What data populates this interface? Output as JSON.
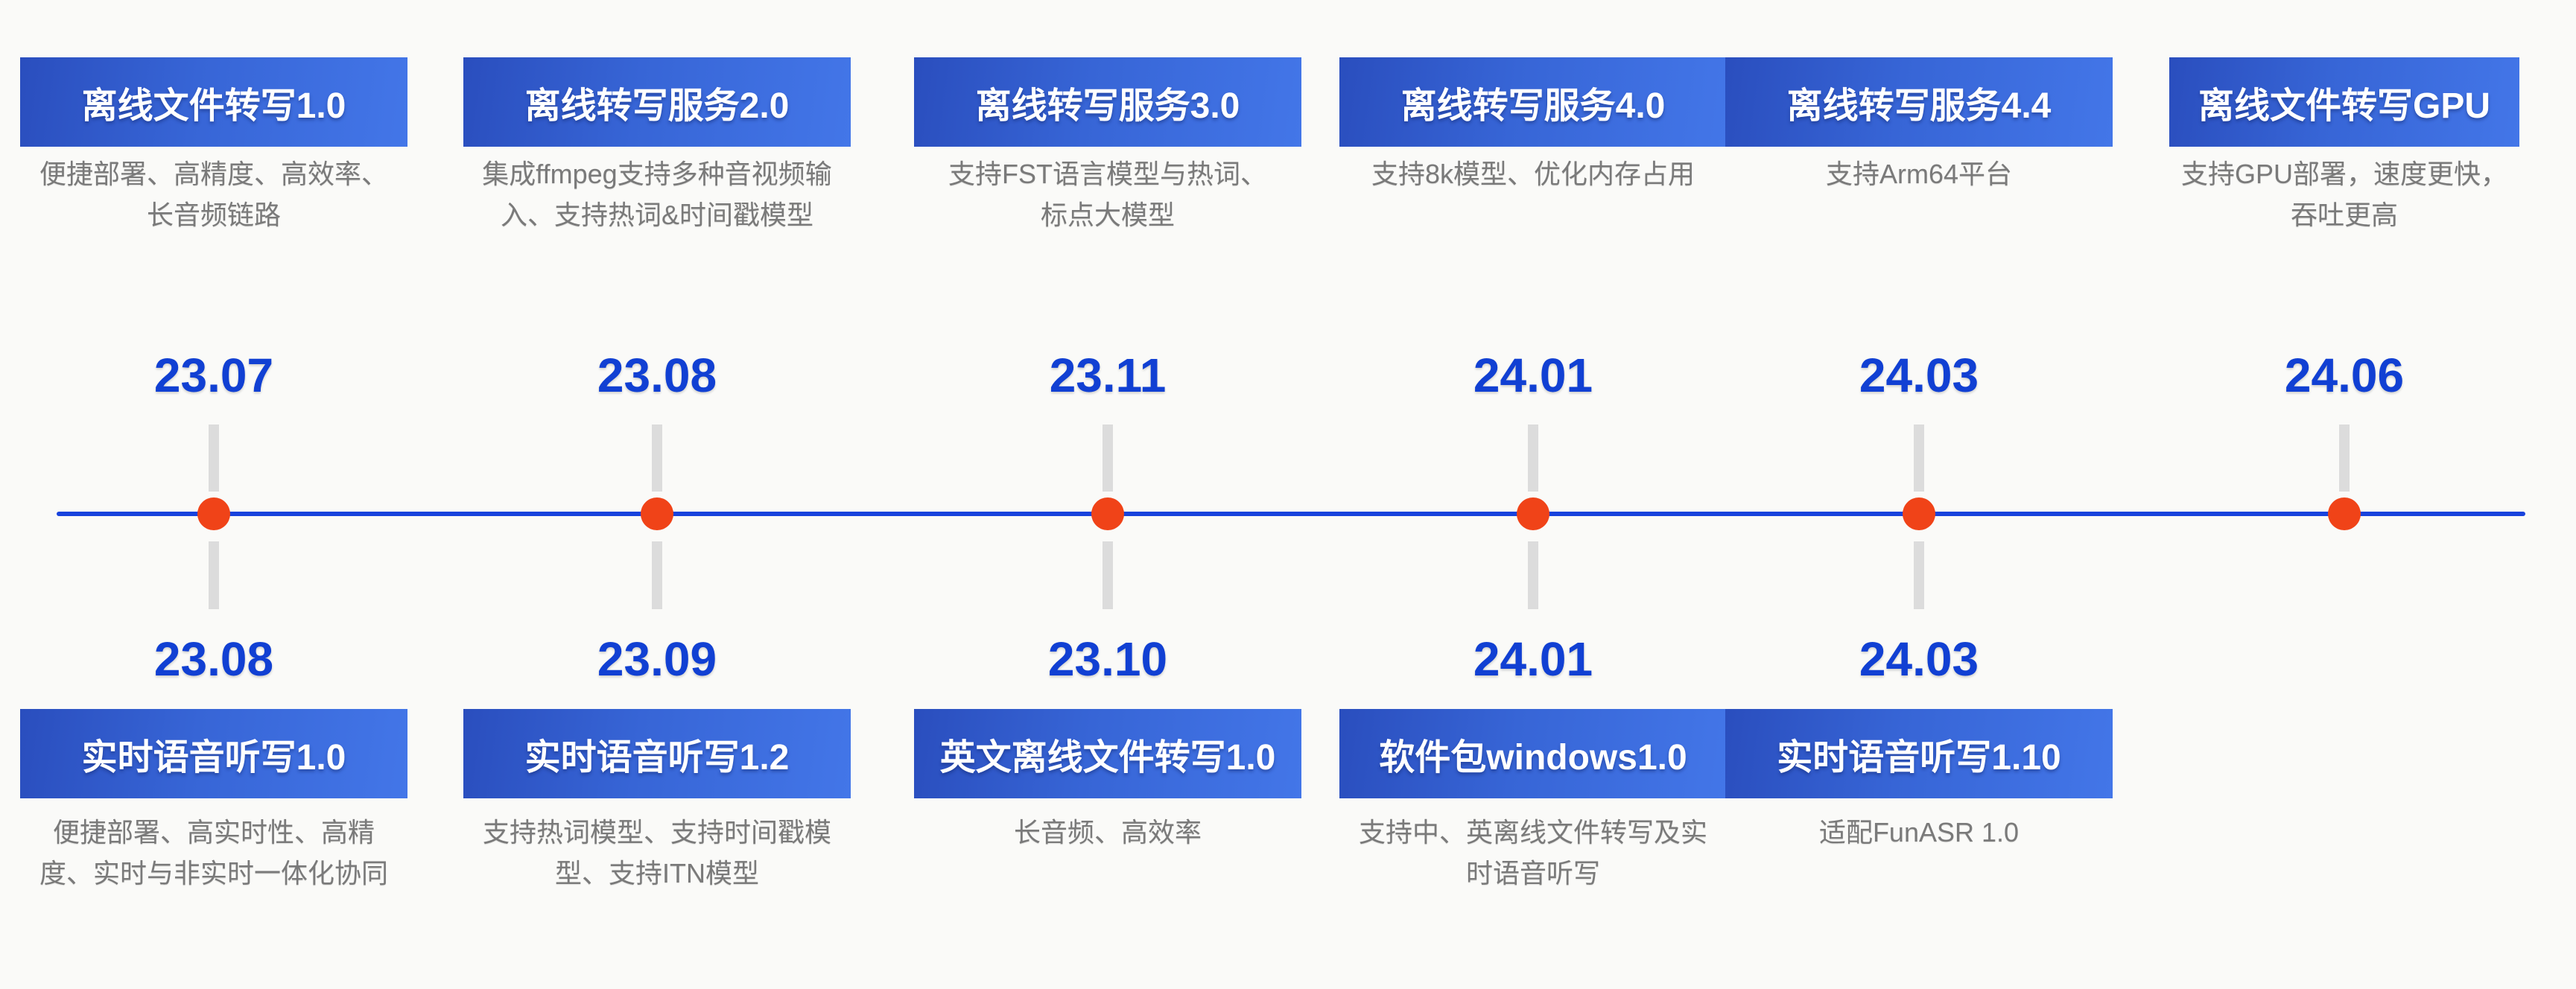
{
  "colors": {
    "box_gradient_start": "#2A4EBE",
    "box_gradient_end": "#4376E8",
    "date_blue": "#1140D3",
    "timeline_blue": "#1843DD",
    "dot_orange": "#F04318",
    "connector_gray": "#DCDCDC",
    "description_gray": "#7A7A7A"
  },
  "columns": [
    {
      "top": {
        "title": "离线文件转写1.0",
        "desc": "便捷部署、高精度、高效率、长音频链路",
        "date": "23.07"
      },
      "bottom": {
        "date": "23.08",
        "title": "实时语音听写1.0",
        "desc": "便捷部署、高实时性、高精度、实时与非实时一体化协同"
      }
    },
    {
      "top": {
        "title": "离线转写服务2.0",
        "desc": "集成ffmpeg支持多种音视频输入、支持热词&时间戳模型",
        "date": "23.08"
      },
      "bottom": {
        "date": "23.09",
        "title": "实时语音听写1.2",
        "desc": "支持热词模型、支持时间戳模型、支持ITN模型"
      }
    },
    {
      "top": {
        "title": "离线转写服务3.0",
        "desc": "支持FST语言模型与热词、标点大模型",
        "date": "23.11"
      },
      "bottom": {
        "date": "23.10",
        "title": "英文离线文件转写1.0",
        "desc": "长音频、高效率"
      }
    },
    {
      "top": {
        "title": "离线转写服务4.0",
        "desc": "支持8k模型、优化内存占用",
        "date": "24.01"
      },
      "bottom": {
        "date": "24.01",
        "title": "软件包windows1.0",
        "desc": "支持中、英离线文件转写及实时语音听写"
      }
    },
    {
      "top": {
        "title": "离线转写服务4.4",
        "desc": "支持Arm64平台",
        "date": "24.03"
      },
      "bottom": {
        "date": "24.03",
        "title": "实时语音听写1.10",
        "desc": "适配FunASR 1.0"
      }
    },
    {
      "top": {
        "title": "离线文件转写GPU",
        "desc": "支持GPU部署，速度更快，吞吐更高",
        "date": "24.06"
      }
    }
  ]
}
